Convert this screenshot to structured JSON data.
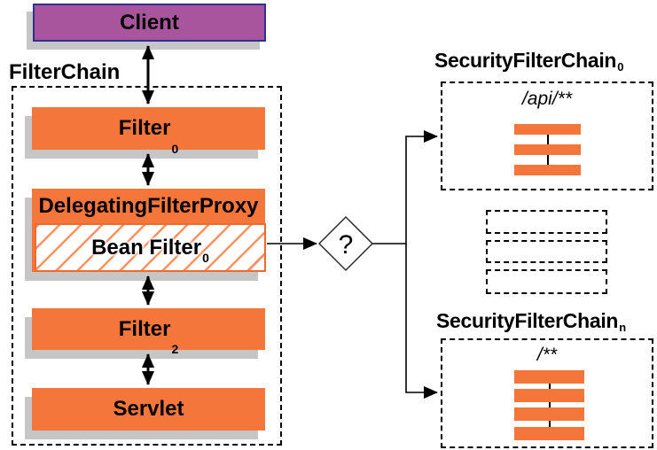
{
  "colors": {
    "orange": "#f4763b",
    "purple": "#a8559e",
    "purple_border": "#2e3192",
    "shadow": "#c6c6c6",
    "line": "#000000"
  },
  "filter_chain": {
    "label": "FilterChain",
    "client": {
      "label": "Client"
    },
    "filter0": {
      "label": "Filter",
      "sub": "0"
    },
    "delegating_filter_proxy": {
      "label": "DelegatingFilterProxy"
    },
    "bean_filter": {
      "label": "Bean Filter",
      "sub": "0"
    },
    "filter2": {
      "label": "Filter",
      "sub": "2"
    },
    "servlet": {
      "label": "Servlet"
    }
  },
  "decision": {
    "label": "?"
  },
  "security_filter_chains": {
    "chain0": {
      "title": "SecurityFilterChain",
      "sub": "0",
      "pattern": "/api/**",
      "bar_count": 3
    },
    "chain_n": {
      "title": "SecurityFilterChain",
      "sub": "n",
      "pattern": "/**",
      "bar_count": 4
    },
    "placeholder_count": 3
  }
}
